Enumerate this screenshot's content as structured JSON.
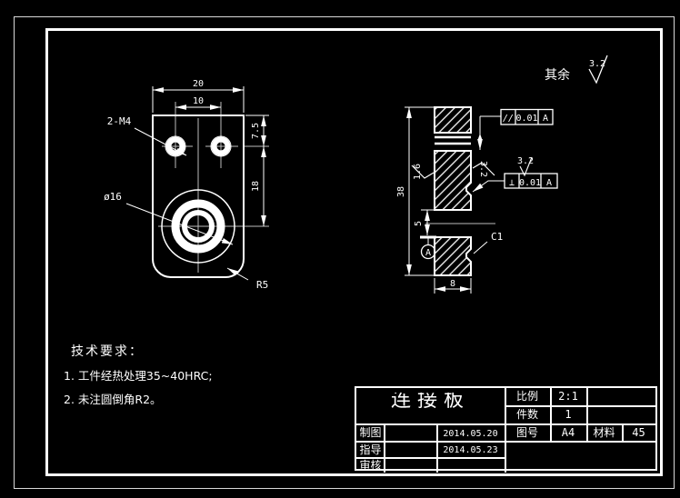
{
  "left_view": {
    "dim_width": "20",
    "dim_hole_spacing": "10",
    "dim_hole_offset": "7.5",
    "dim_center_dist": "18",
    "label_thread": "2-M4",
    "label_bore": "ø16",
    "label_radius": "R5"
  },
  "right_view": {
    "dim_height": "38",
    "dim_thickness": "8",
    "dim_groove": "5",
    "label_chamfer": "C1",
    "roughness_left": "1.6",
    "roughness_right": "3.2",
    "datum": "A",
    "tol_parallel": {
      "symbol": "//",
      "value": "0.01",
      "datum": "A"
    },
    "tol_perpendicular": {
      "symbol": "⊥",
      "value": "0.01",
      "datum": "A"
    },
    "tol_perp_roughness": "3.2"
  },
  "surface_note": {
    "prefix": "其余",
    "value": "3.2"
  },
  "tech_requirements": {
    "title": "技术要求：",
    "items": [
      "1. 工件经热处理35~40HRC;",
      "2. 未注圆倒角R2。"
    ]
  },
  "title_block": {
    "part_name": "连接板",
    "scale_label": "比例",
    "scale_value": "2:1",
    "qty_label": "件数",
    "qty_value": "1",
    "drawno_label": "图号",
    "drawno_value": "A4",
    "material_label": "材料",
    "material_value": "45",
    "drawn_label": "制图",
    "drawn_date": "2014.05.20",
    "guide_label": "指导",
    "guide_date": "2014.05.23",
    "check_label": "审核"
  },
  "colors": {
    "line": "#ffffff",
    "background": "#000000"
  }
}
